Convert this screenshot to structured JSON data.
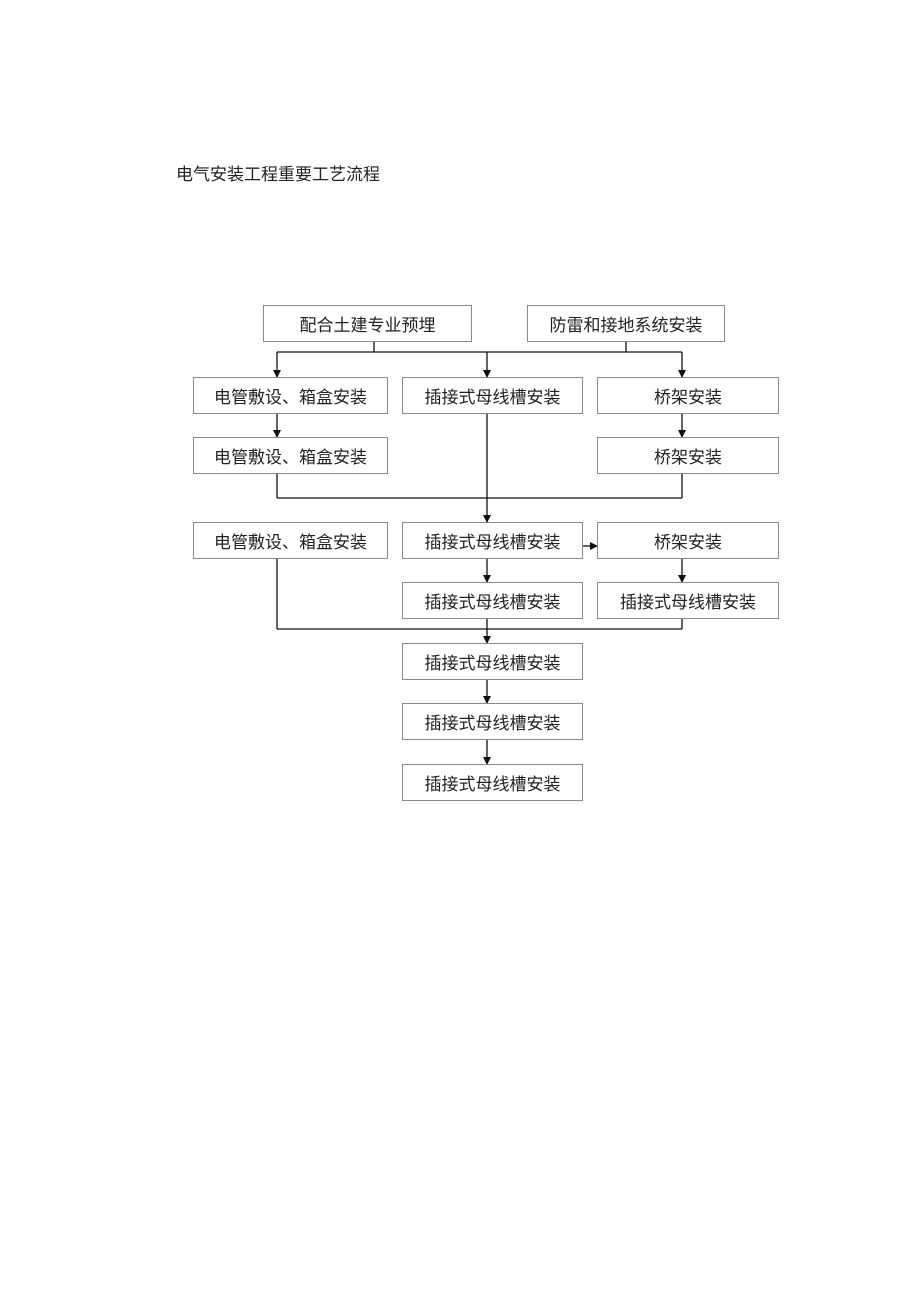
{
  "title": "电气安装工程重要工艺流程",
  "nodes": {
    "n1": "配合土建专业预埋",
    "n2": "防雷和接地系统安装",
    "n3": "电管敷设、箱盒安装",
    "n4": "插接式母线槽安装",
    "n5": "桥架安装",
    "n6": "电管敷设、箱盒安装",
    "n7": "桥架安装",
    "n8": "电管敷设、箱盒安装",
    "n9": "插接式母线槽安装",
    "n10": "桥架安装",
    "n11": "插接式母线槽安装",
    "n12": "插接式母线槽安装",
    "n13": "插接式母线槽安装",
    "n14": "插接式母线槽安装",
    "n15": "插接式母线槽安装"
  }
}
